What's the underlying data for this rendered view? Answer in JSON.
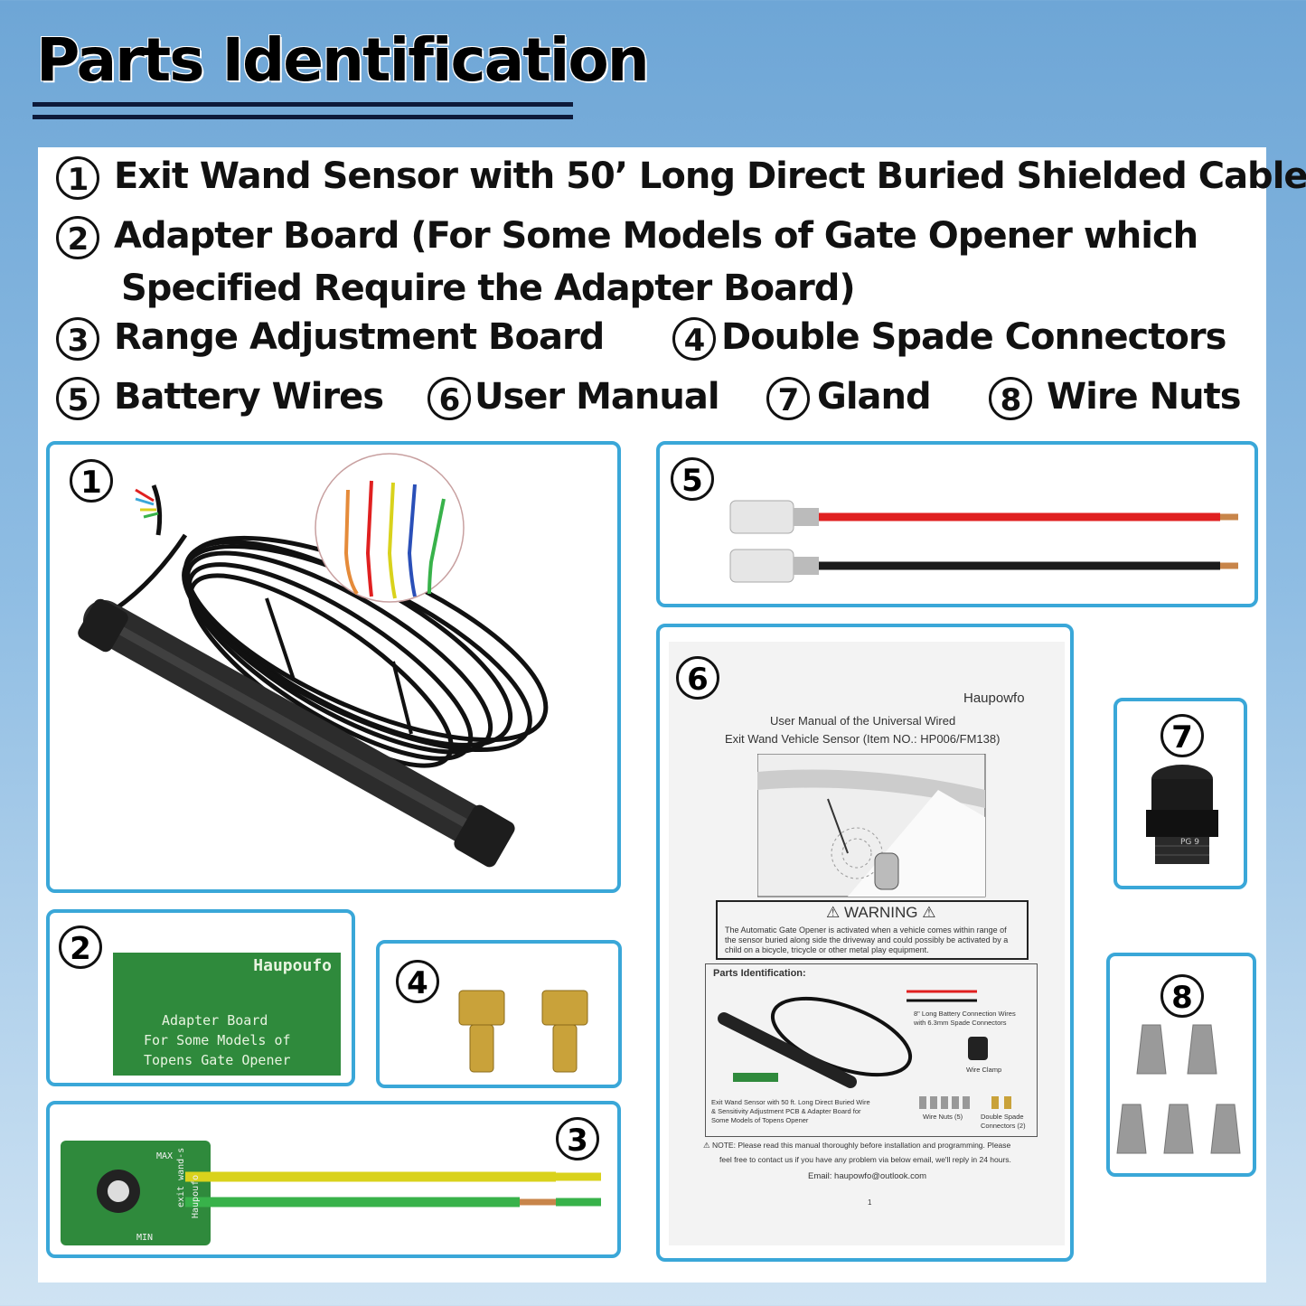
{
  "header": {
    "title": "Parts Identification"
  },
  "legend": {
    "item1": {
      "num": "1",
      "text": "Exit Wand Sensor with 50’ Long Direct Buried Shielded Cable"
    },
    "item2": {
      "num": "2",
      "text": "Adapter Board (For Some Models of Gate Opener which",
      "text2": "Specified Require the Adapter Board)"
    },
    "item3": {
      "num": "3",
      "text": "Range Adjustment Board"
    },
    "item4": {
      "num": "4",
      "text": "Double Spade Connectors"
    },
    "item5": {
      "num": "5",
      "text": "Battery Wires"
    },
    "item6": {
      "num": "6",
      "text": "User Manual"
    },
    "item7": {
      "num": "7",
      "text": "Gland"
    },
    "item8": {
      "num": "8",
      "text": "Wire Nuts"
    }
  },
  "adapter_board": {
    "brand": "Haupoufo",
    "line1": "Adapter Board",
    "line2": "For Some Models of",
    "line3": "Topens Gate Opener"
  },
  "range_board": {
    "line1": "exit wand-s",
    "line2": "Haupoufo",
    "min": "MIN",
    "max": "MAX"
  },
  "gland": {
    "label": "PG 9"
  },
  "manual": {
    "brand": "Haupowfo",
    "title1": "User Manual of the Universal Wired",
    "title2": "Exit Wand Vehicle Sensor (Item NO.: HP006/FM138)",
    "warning": "WARNING",
    "warning_text1": "The Automatic Gate Opener is activated when a vehicle comes within range of",
    "warning_text2": "the sensor buried along side the driveway and could possibly be activated by a",
    "warning_text3": "child on a bicycle, tricycle or other metal play equipment.",
    "parts_heading": "Parts Identification:",
    "battery_note1": "8\" Long Battery Connection Wires",
    "battery_note2": "with 6.3mm Spade Connectors",
    "clamp": "Wire Clamp",
    "sensor_note1": "Exit Wand Sensor with 50 ft. Long Direct Buried Wire",
    "sensor_note2": "& Sensitivity Adjustment PCB & Adapter Board for",
    "sensor_note3": "Some Models of Topens Opener",
    "nuts": "Wire Nuts (5)",
    "spade1": "Double Spade",
    "spade2": "Connectors (2)",
    "note1": "NOTE: Please read this manual thoroughly before installation and programming. Please",
    "note2": "feel free to contact us if you have any problem via below email, we'll reply in 24 hours.",
    "email": "Email: haupowfo@outlook.com",
    "page": "1"
  },
  "colors": {
    "frame": "#3aa7d8",
    "pcb": "#2f8a3c",
    "red_wire": "#e02020",
    "yellow_wire": "#d9d21c",
    "green_wire": "#38b24a",
    "nut": "#9a9a9a",
    "brass": "#c9a23a"
  }
}
